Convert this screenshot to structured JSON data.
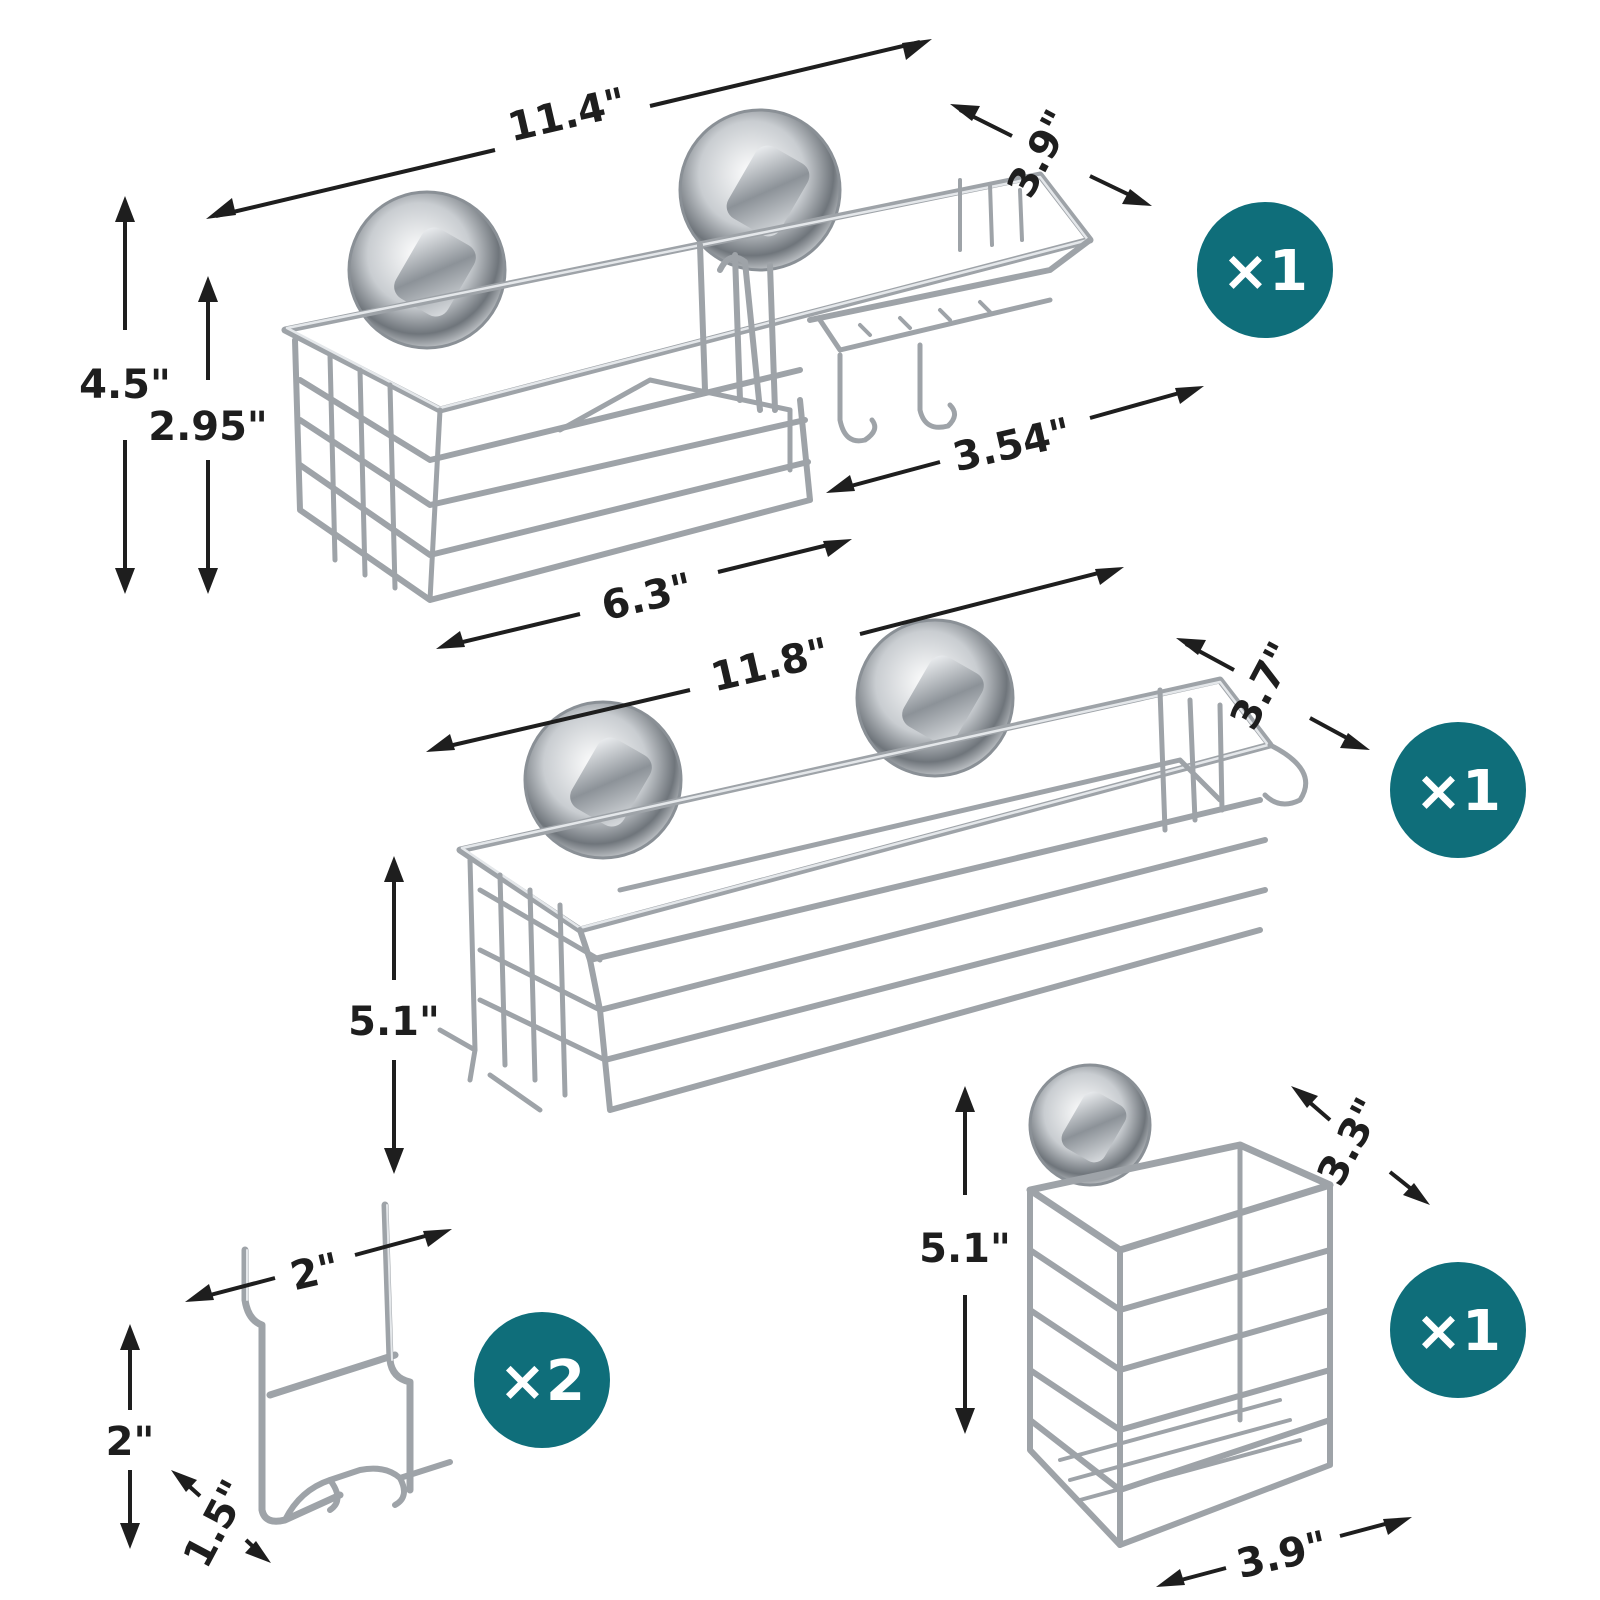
{
  "colors": {
    "background": "#ffffff",
    "badge": "#0f6e7a",
    "badge_text": "#ffffff",
    "dimension_lines": "#1e1e1e",
    "chrome_dark": "#9ea3a8",
    "chrome_light": "#e4e7ea"
  },
  "top_caddy": {
    "dims": {
      "width": "11.4\"",
      "depth": "3.9\"",
      "height_total": "4.5\"",
      "height_basket": "2.95\"",
      "left_basket": "6.3\"",
      "right_tray": "3.54\""
    },
    "quantity": "×1"
  },
  "middle_shelf": {
    "dims": {
      "width": "11.8\"",
      "depth": "3.7\"",
      "height": "5.1\""
    },
    "quantity": "×1"
  },
  "hook": {
    "dims": {
      "width": "2\"",
      "height": "2\"",
      "depth": "1.5\""
    },
    "quantity": "×2"
  },
  "holder": {
    "dims": {
      "height": "5.1\"",
      "depth": "3.3\"",
      "width": "3.9\""
    },
    "quantity": "×1"
  },
  "icons": {
    "suction_cup": "suction-cup-icon"
  }
}
